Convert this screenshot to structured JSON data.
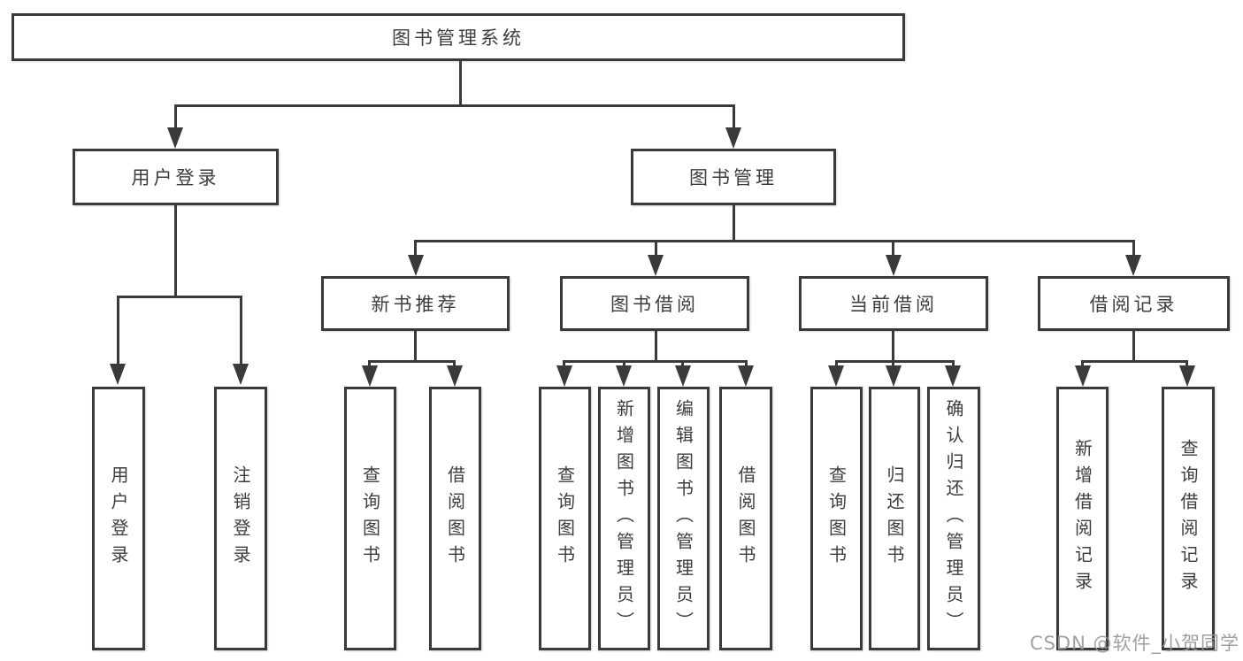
{
  "diagram_title": "图书管理系统",
  "colors": {
    "line": "#3a3a3a",
    "text": "#3d3d3d",
    "background": "#ffffff",
    "watermark": "#969696"
  },
  "watermark": {
    "text": "CSDN @软件_小贺同学"
  },
  "nodes": {
    "root": "图书管理系统",
    "level2": [
      "用户登录",
      "图书管理"
    ],
    "level3": [
      "新书推荐",
      "图书借阅",
      "当前借阅",
      "借阅记录"
    ],
    "login_children": [
      "用户登录",
      "注销登录"
    ],
    "recommend_children": [
      "查询图书",
      "借阅图书"
    ],
    "borrow_children": [
      "查询图书",
      "新增图书（管理员）",
      "编辑图书（管理员）",
      "借阅图书"
    ],
    "current_children": [
      "查询图书",
      "归还图书",
      "确认归还（管理员）"
    ],
    "records_children": [
      "新增借阅记录",
      "查询借阅记录"
    ]
  }
}
